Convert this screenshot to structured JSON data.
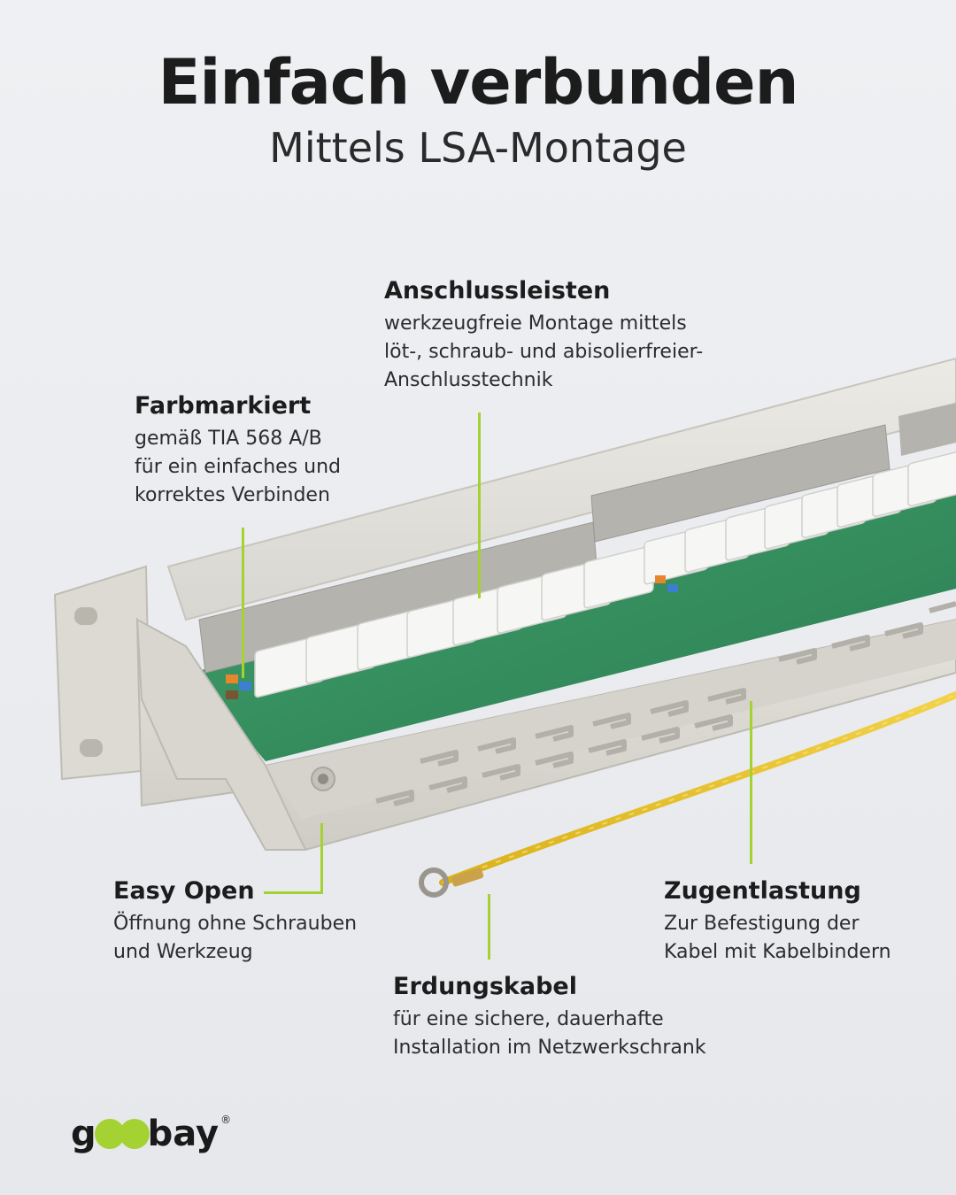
{
  "header": {
    "title": "Einfach verbunden",
    "subtitle": "Mittels LSA-Montage"
  },
  "callouts": {
    "anschlussleisten": {
      "title": "Anschlussleisten",
      "lines": [
        "werkzeugfreie Montage mittels",
        "löt-, schraub- und abisolierfreier-",
        "Anschlusstechnik"
      ]
    },
    "farbmarkiert": {
      "title": "Farbmarkiert",
      "lines": [
        "gemäß TIA 568 A/B",
        "für ein einfaches und",
        "korrektes Verbinden"
      ]
    },
    "easy_open": {
      "title": "Easy Open",
      "lines": [
        "Öffnung ohne Schrauben",
        "und Werkzeug"
      ]
    },
    "zugentlastung": {
      "title": "Zugentlastung",
      "lines": [
        "Zur Befestigung der",
        "Kabel mit Kabelbindern"
      ]
    },
    "erdungskabel": {
      "title": "Erdungskabel",
      "lines": [
        "für eine sichere, dauerhafte",
        "Installation im Netzwerkschrank"
      ]
    }
  },
  "brand": {
    "logo_text_start": "g",
    "logo_text_end": "bay",
    "registered_mark": "®",
    "accent_color": "#a4d233"
  },
  "icons": [
    "goobay-logo",
    "patch-panel-image",
    "ground-cable-image"
  ]
}
